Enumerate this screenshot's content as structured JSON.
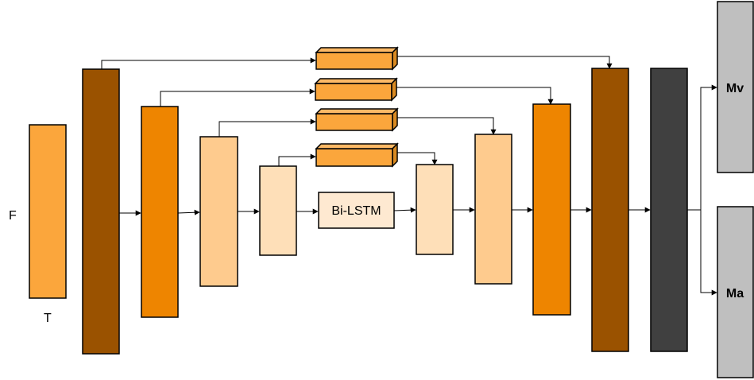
{
  "labels": {
    "freq_axis": "F",
    "time_axis": "T",
    "bottleneck": "Bi-LSTM",
    "output_v": "Mv",
    "output_a": "Ma"
  },
  "colors": {
    "input": "#FBA63C",
    "dark_brown": "#9A5200",
    "orange": "#EE8500",
    "light_peach": "#FECB8E",
    "pale_peach": "#FEDFB8",
    "bilstm_fill": "#FEE9D1",
    "skip_block": "#FBA63C",
    "charcoal": "#404040",
    "output_gray": "#BFBFBF",
    "stroke": "#000000"
  }
}
